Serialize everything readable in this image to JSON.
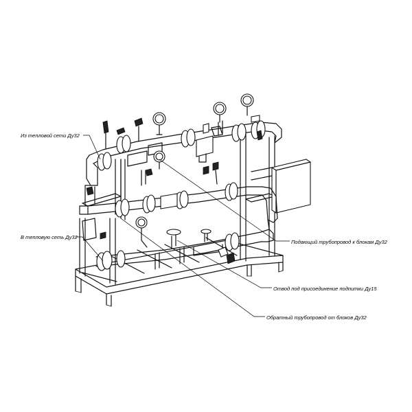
{
  "diagram": {
    "labels": {
      "from_heat_network": "Из тепловой сети Ду32",
      "to_heat_network": "В тепловую сеть Ду32",
      "supply_pipeline": "Подающий трубопровод к блокам Ду32",
      "makeup_branch": "Отвод под присоединение подпитки Ду15",
      "return_pipeline": "Обратный трубопровод от блоков Ду32"
    }
  }
}
